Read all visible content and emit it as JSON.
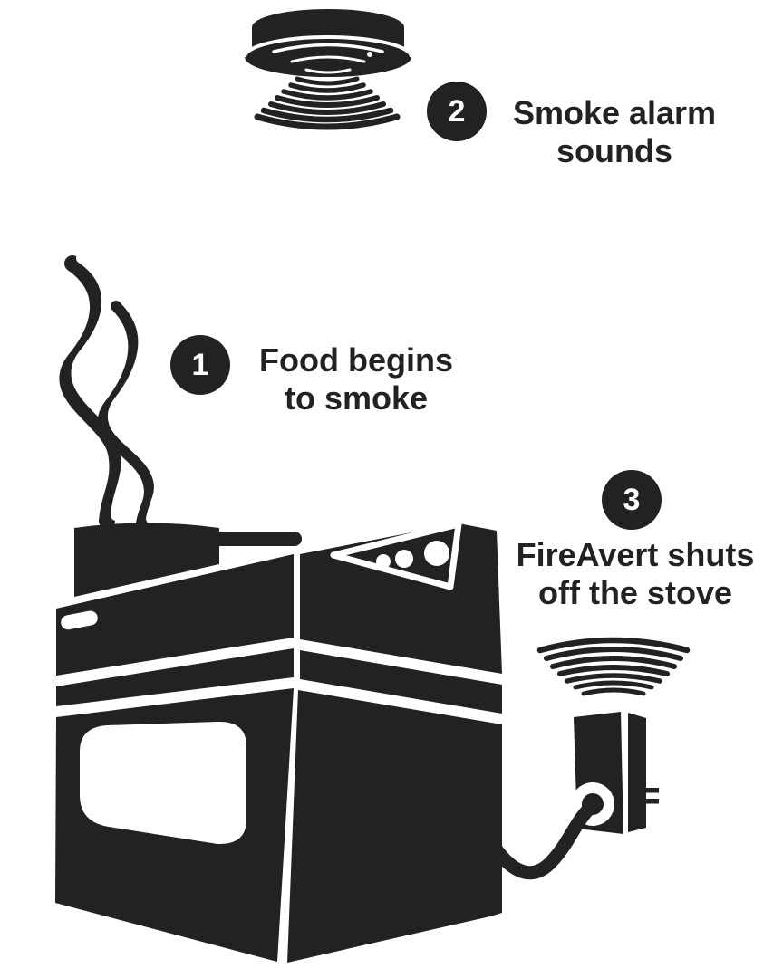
{
  "steps": [
    {
      "number": "1",
      "line1": "Food begins",
      "line2": "to smoke"
    },
    {
      "number": "2",
      "line1": "Smoke alarm",
      "line2": "sounds"
    },
    {
      "number": "3",
      "line1": "FireAvert shuts",
      "line2": "off the stove"
    }
  ],
  "icons": {
    "smoke_detector_icon": "ceiling-mounted smoke detector disc",
    "sound_waves_down_icon": "sound wave arcs radiating down from smoke detector",
    "smoke_wisps_icon": "curling smoke rising from pot on stove",
    "stove_icon": "stove with pot, control knobs and oven window",
    "sound_waves_up_icon": "sound wave arcs above FireAvert device",
    "fireavert_plug_icon": "FireAvert outlet device with power cord to stove"
  },
  "colors": {
    "ink": "#232122",
    "background": "#ffffff",
    "badge_text": "#ffffff"
  }
}
